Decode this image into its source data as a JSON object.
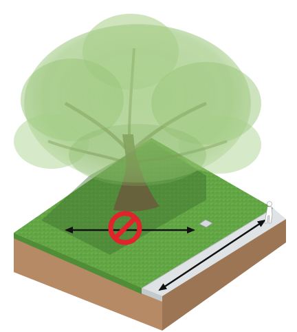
{
  "diagram": {
    "symbols": [
      {
        "id": "no-entry",
        "icon": "prohibition-icon",
        "color": "#e0242b"
      },
      {
        "id": "walker",
        "icon": "pedestrian-icon",
        "color": "#ffffff"
      }
    ],
    "arrows": [
      {
        "id": "across-lawn",
        "direction": "two-way",
        "color": "#111111"
      },
      {
        "id": "along-sidewalk",
        "direction": "two-way",
        "color": "#111111"
      }
    ],
    "colors": {
      "lawn": "#62a544",
      "lawn_edge": "#4f8d37",
      "soil_front": "#b58a64",
      "soil_side": "#9c7654",
      "sidewalk": "#dfe3e5",
      "canopy": "#8fbf6b",
      "trunk": "#6b5a3d",
      "shade": "#3e6e2f"
    }
  }
}
